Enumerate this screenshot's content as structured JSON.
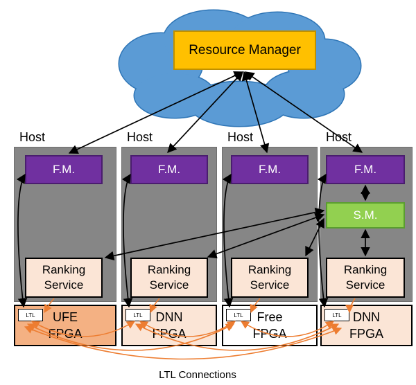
{
  "cloud": {
    "manager_label": "Resource Manager"
  },
  "hosts": [
    {
      "label": "Host",
      "fm": "F.M.",
      "ranking1": "Ranking",
      "ranking2": "Service"
    },
    {
      "label": "Host",
      "fm": "F.M.",
      "ranking1": "Ranking",
      "ranking2": "Service"
    },
    {
      "label": "Host",
      "fm": "F.M.",
      "ranking1": "Ranking",
      "ranking2": "Service"
    },
    {
      "label": "Host",
      "fm": "F.M.",
      "sm": "S.M.",
      "ranking1": "Ranking",
      "ranking2": "Service"
    }
  ],
  "fpgas": [
    {
      "ltl": "LTL",
      "line1": "UFE",
      "line2": "FPGA"
    },
    {
      "ltl": "LTL",
      "line1": "DNN",
      "line2": "FPGA"
    },
    {
      "ltl": "LTL",
      "line1": "Free",
      "line2": "FPGA"
    },
    {
      "ltl": "LTL",
      "line1": "DNN",
      "line2": "FPGA"
    }
  ],
  "footer": {
    "ltl_connections": "LTL Connections"
  },
  "colors": {
    "cloud": "#5B9BD5",
    "cloud_outline": "#2E75B6",
    "resource_manager": "#FFC000",
    "host": "#868686",
    "fm": "#7030A0",
    "sm": "#92D050",
    "ranking_service": "#FBE5D6",
    "fpga_ufe": "#F4B183",
    "fpga_dnn": "#FBE5D6",
    "fpga_free": "#FFFFFF",
    "arrow_black": "#000000",
    "arrow_orange": "#ED7D31"
  }
}
